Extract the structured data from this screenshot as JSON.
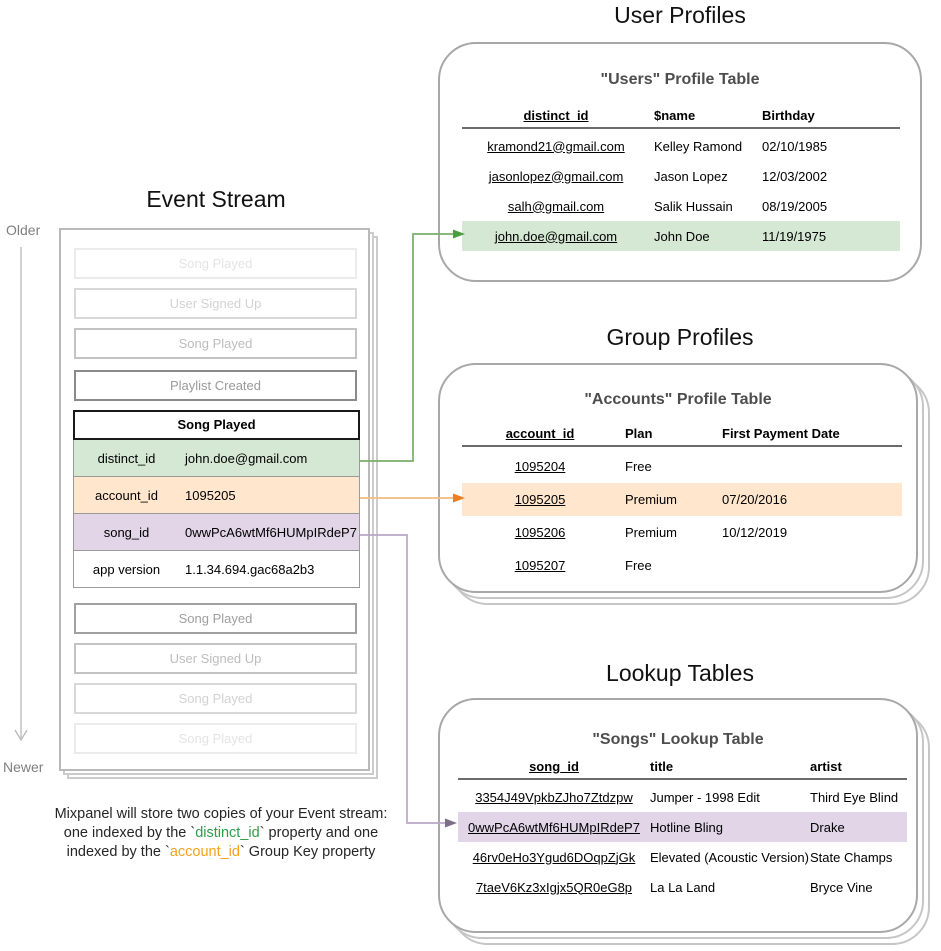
{
  "colors": {
    "green_highlight": "#d5e8d4",
    "orange_highlight": "#ffe6cc",
    "purple_highlight": "#e1d5e7",
    "green_arrow": "#7aad68",
    "green_arrowhead": "#4d9e43",
    "orange_arrow": "#f2bc80",
    "orange_arrowhead": "#ee7e1e",
    "purple_arrow": "#bba6c9",
    "purple_arrowhead": "#7e6f88",
    "timeline_arrow": "#b8b8b8",
    "green_keyword": "#2e9e49",
    "orange_keyword": "#f5a11c"
  },
  "event_stream": {
    "title": "Event Stream",
    "older_label": "Older",
    "newer_label": "Newer",
    "cards_before": [
      "Song Played",
      "User Signed Up",
      "Song Played",
      "Playlist Created"
    ],
    "expanded_card": {
      "title": "Song Played",
      "rows": [
        {
          "key": "distinct_id",
          "value": "john.doe@gmail.com"
        },
        {
          "key": "account_id",
          "value": "1095205"
        },
        {
          "key": "song_id",
          "value": "0wwPcA6wtMf6HUMpIRdeP7"
        },
        {
          "key": "app version",
          "value": "1.1.34.694.gac68a2b3"
        }
      ]
    },
    "cards_after": [
      "Song Played",
      "User Signed Up",
      "Song Played",
      "Song Played"
    ]
  },
  "user_profiles": {
    "section_title": "User Profiles",
    "table_title": "\"Users\" Profile Table",
    "columns": [
      "distinct_id",
      "$name",
      "Birthday"
    ],
    "rows": [
      [
        "kramond21@gmail.com",
        "Kelley Ramond",
        "02/10/1985"
      ],
      [
        "jasonlopez@gmail.com",
        "Jason Lopez",
        "12/03/2002"
      ],
      [
        "salh@gmail.com",
        "Salik Hussain",
        "08/19/2005"
      ],
      [
        "john.doe@gmail.com",
        "John Doe",
        "11/19/1975"
      ]
    ]
  },
  "group_profiles": {
    "section_title": "Group Profiles",
    "table_title": "\"Accounts\" Profile Table",
    "columns": [
      "account_id",
      "Plan",
      "First Payment Date"
    ],
    "rows": [
      [
        "1095204",
        "Free",
        ""
      ],
      [
        "1095205",
        "Premium",
        "07/20/2016"
      ],
      [
        "1095206",
        "Premium",
        "10/12/2019"
      ],
      [
        "1095207",
        "Free",
        ""
      ]
    ]
  },
  "lookup_tables": {
    "section_title": "Lookup Tables",
    "table_title": "\"Songs\" Lookup Table",
    "columns": [
      "song_id",
      "title",
      "artist"
    ],
    "rows": [
      [
        "3354J49VpkbZJho7Ztdzpw",
        "Jumper - 1998 Edit",
        "Third Eye Blind"
      ],
      [
        "0wwPcA6wtMf6HUMpIRdeP7",
        "Hotline Bling",
        "Drake"
      ],
      [
        "46rv0eHo3Ygud6DOqpZjGk",
        "Elevated (Acoustic Version)",
        "State Champs"
      ],
      [
        "7taeV6Kz3xIgjx5QR0eG8p",
        "La La Land",
        "Bryce Vine"
      ]
    ]
  },
  "caption": {
    "line1": "Mixpanel will store two copies of your Event stream:",
    "line2_pre": "one indexed by the `",
    "line2_key": "distinct_id",
    "line2_post": "` property and one",
    "line3_pre": "indexed by the `",
    "line3_key": "account_id",
    "line3_post": "` Group Key property"
  }
}
